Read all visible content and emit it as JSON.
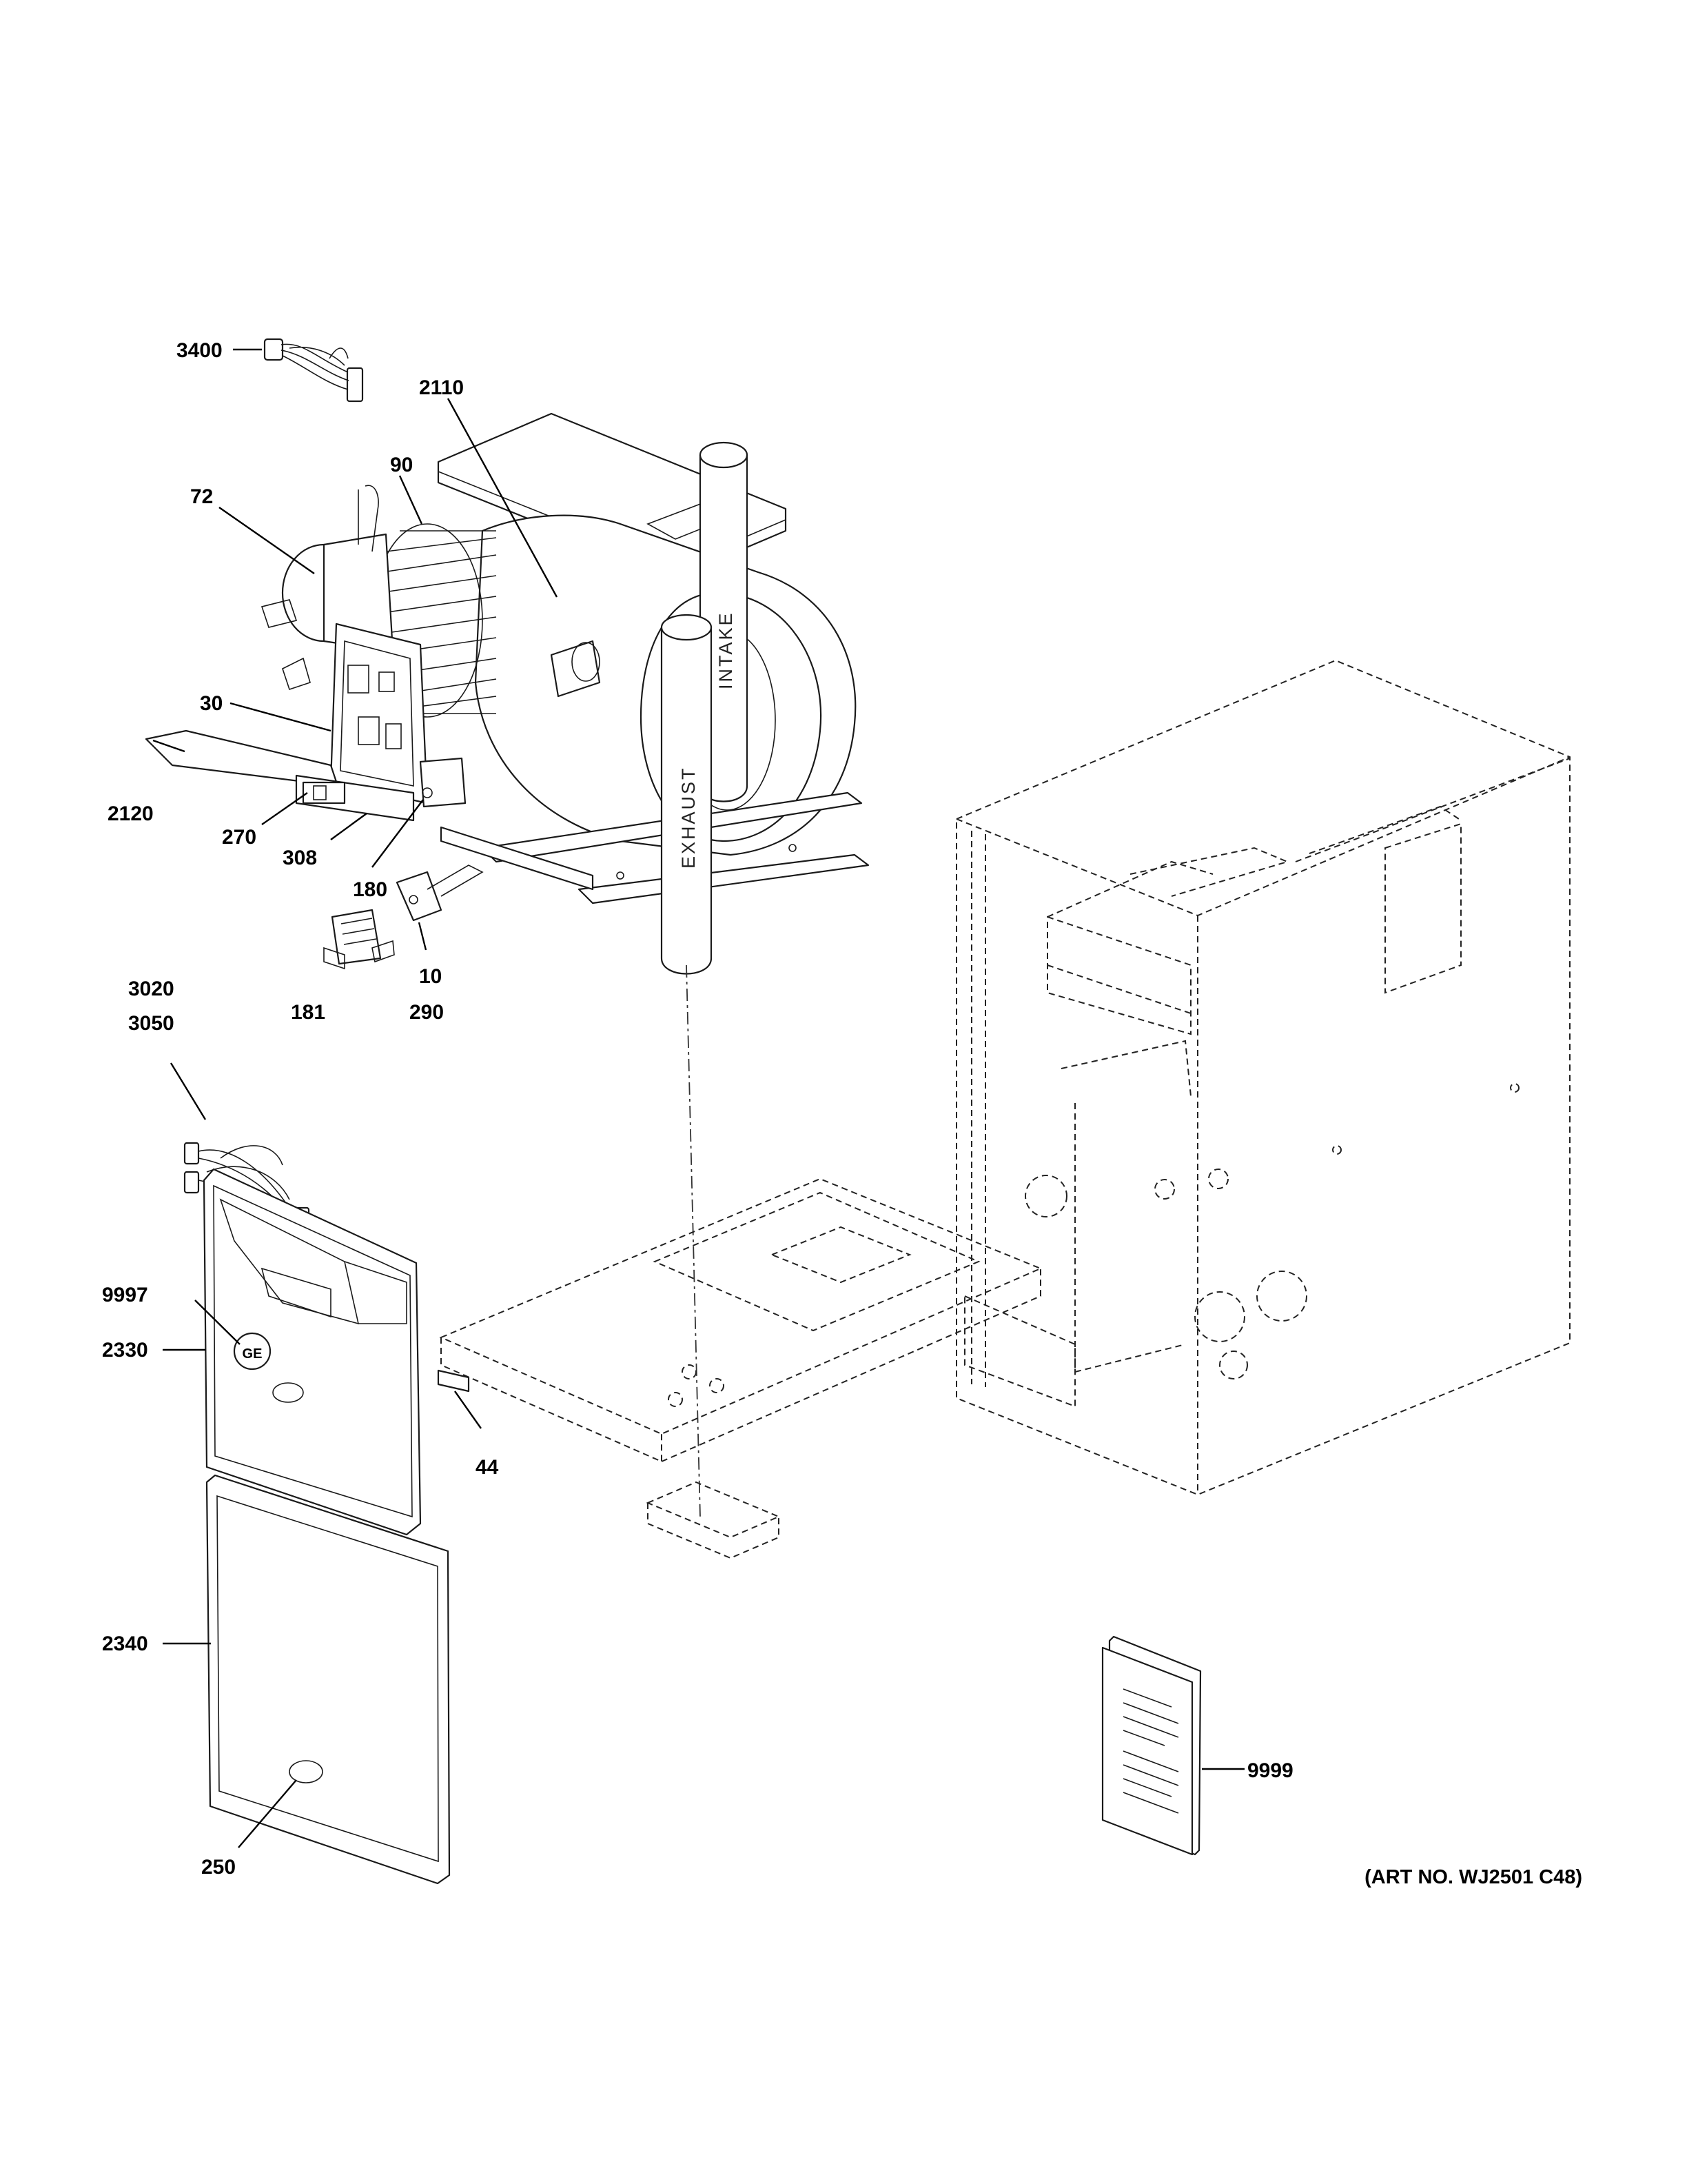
{
  "callouts": {
    "c3400": "3400",
    "c2110": "2110",
    "c90": "90",
    "c72": "72",
    "c30": "30",
    "c2120": "2120",
    "c270": "270",
    "c308": "308",
    "c180": "180",
    "c10": "10",
    "c290": "290",
    "c181": "181",
    "c3020": "3020",
    "c3050": "3050",
    "c9997": "9997",
    "c2330": "2330",
    "c44": "44",
    "c2340": "2340",
    "c250": "250",
    "c9999": "9999"
  },
  "pipe_labels": {
    "exhaust": "EXHAUST",
    "intake": "INTAKE"
  },
  "logo_text": "GE",
  "art_number": "(ART NO. WJ2501 C48)"
}
